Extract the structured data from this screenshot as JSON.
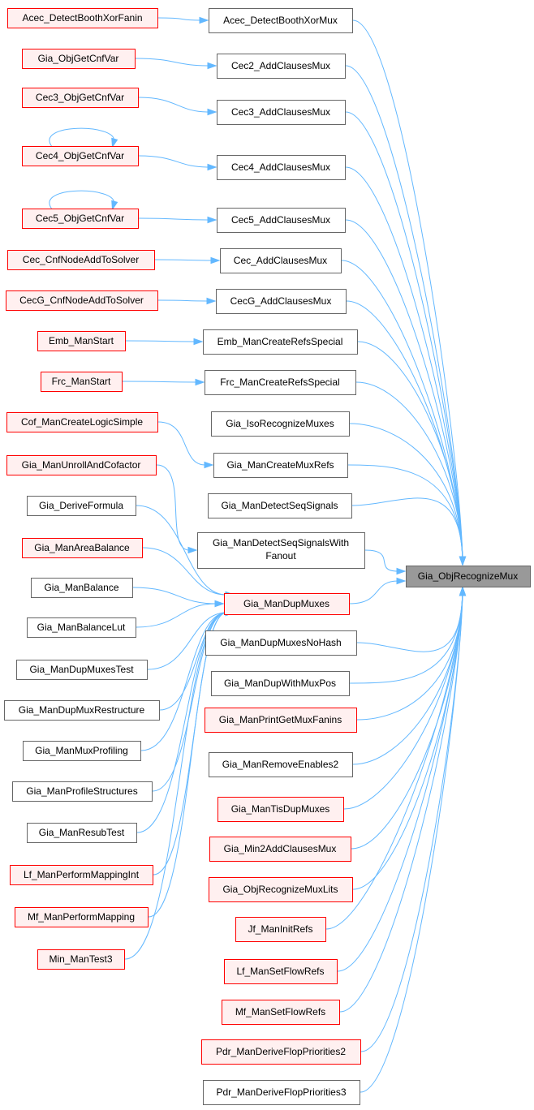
{
  "colors": {
    "edge": "#63b8ff",
    "node_border_default": "#666666",
    "node_border_red": "#ff0000",
    "node_fill_default": "#ffffff",
    "node_fill_red": "#fff0f0",
    "node_fill_target": "#999999",
    "node_border_target": "#666666"
  },
  "target": {
    "id": "target",
    "label": "Gia_ObjRecognizeMux"
  },
  "nodes": [
    {
      "id": "acec_fanin",
      "label": "Acec_DetectBoothXorFanin",
      "style": "red"
    },
    {
      "id": "acec_mux",
      "label": "Acec_DetectBoothXorMux",
      "style": "default"
    },
    {
      "id": "gia_objgetcnfvar",
      "label": "Gia_ObjGetCnfVar",
      "style": "red"
    },
    {
      "id": "cec2_add",
      "label": "Cec2_AddClausesMux",
      "style": "default"
    },
    {
      "id": "cec3_get",
      "label": "Cec3_ObjGetCnfVar",
      "style": "red"
    },
    {
      "id": "cec3_add",
      "label": "Cec3_AddClausesMux",
      "style": "default"
    },
    {
      "id": "cec4_get",
      "label": "Cec4_ObjGetCnfVar",
      "style": "red"
    },
    {
      "id": "cec4_add",
      "label": "Cec4_AddClausesMux",
      "style": "default"
    },
    {
      "id": "cec5_get",
      "label": "Cec5_ObjGetCnfVar",
      "style": "red"
    },
    {
      "id": "cec5_add",
      "label": "Cec5_AddClausesMux",
      "style": "default"
    },
    {
      "id": "cec_cnfnode",
      "label": "Cec_CnfNodeAddToSolver",
      "style": "red"
    },
    {
      "id": "cec_add",
      "label": "Cec_AddClausesMux",
      "style": "default"
    },
    {
      "id": "cecg_cnfnode",
      "label": "CecG_CnfNodeAddToSolver",
      "style": "red"
    },
    {
      "id": "cecg_add",
      "label": "CecG_AddClausesMux",
      "style": "default"
    },
    {
      "id": "emb_start",
      "label": "Emb_ManStart",
      "style": "red"
    },
    {
      "id": "emb_refs",
      "label": "Emb_ManCreateRefsSpecial",
      "style": "default"
    },
    {
      "id": "frc_start",
      "label": "Frc_ManStart",
      "style": "red"
    },
    {
      "id": "frc_refs",
      "label": "Frc_ManCreateRefsSpecial",
      "style": "default"
    },
    {
      "id": "gia_iso",
      "label": "Gia_IsoRecognizeMuxes",
      "style": "default"
    },
    {
      "id": "cof_logic",
      "label": "Cof_ManCreateLogicSimple",
      "style": "red"
    },
    {
      "id": "gia_muxrefs",
      "label": "Gia_ManCreateMuxRefs",
      "style": "default"
    },
    {
      "id": "gia_unroll",
      "label": "Gia_ManUnrollAndCofactor",
      "style": "red"
    },
    {
      "id": "gia_seqsig",
      "label": "Gia_ManDetectSeqSignals",
      "style": "default"
    },
    {
      "id": "gia_deriveformula",
      "label": "Gia_DeriveFormula",
      "style": "default"
    },
    {
      "id": "gia_seqsigfan",
      "lines": [
        "Gia_ManDetectSeqSignalsWith",
        "Fanout"
      ],
      "style": "default"
    },
    {
      "id": "gia_areabal",
      "label": "Gia_ManAreaBalance",
      "style": "red"
    },
    {
      "id": "gia_balance",
      "label": "Gia_ManBalance",
      "style": "default"
    },
    {
      "id": "gia_dupmuxes",
      "label": "Gia_ManDupMuxes",
      "style": "red"
    },
    {
      "id": "gia_balancelut",
      "label": "Gia_ManBalanceLut",
      "style": "default"
    },
    {
      "id": "gia_dupnohash",
      "label": "Gia_ManDupMuxesNoHash",
      "style": "default"
    },
    {
      "id": "gia_dupmuxtest",
      "label": "Gia_ManDupMuxesTest",
      "style": "default"
    },
    {
      "id": "gia_dupwithmux",
      "label": "Gia_ManDupWithMuxPos",
      "style": "default"
    },
    {
      "id": "gia_dupmuxrestr",
      "label": "Gia_ManDupMuxRestructure",
      "style": "default"
    },
    {
      "id": "gia_printmuxfan",
      "label": "Gia_ManPrintGetMuxFanins",
      "style": "red"
    },
    {
      "id": "gia_muxprof",
      "label": "Gia_ManMuxProfiling",
      "style": "default"
    },
    {
      "id": "gia_removeen",
      "label": "Gia_ManRemoveEnables2",
      "style": "default"
    },
    {
      "id": "gia_profstruct",
      "label": "Gia_ManProfileStructures",
      "style": "default"
    },
    {
      "id": "gia_tisdup",
      "label": "Gia_ManTisDupMuxes",
      "style": "red"
    },
    {
      "id": "gia_resubtest",
      "label": "Gia_ManResubTest",
      "style": "default"
    },
    {
      "id": "gia_min2add",
      "label": "Gia_Min2AddClausesMux",
      "style": "red"
    },
    {
      "id": "lf_mapint",
      "label": "Lf_ManPerformMappingInt",
      "style": "red"
    },
    {
      "id": "gia_objrecoglits",
      "label": "Gia_ObjRecognizeMuxLits",
      "style": "red"
    },
    {
      "id": "mf_map",
      "label": "Mf_ManPerformMapping",
      "style": "red"
    },
    {
      "id": "jf_initrefs",
      "label": "Jf_ManInitRefs",
      "style": "red"
    },
    {
      "id": "min_test3",
      "label": "Min_ManTest3",
      "style": "red"
    },
    {
      "id": "lf_setflow",
      "label": "Lf_ManSetFlowRefs",
      "style": "red"
    },
    {
      "id": "mf_setflow",
      "label": "Mf_ManSetFlowRefs",
      "style": "red"
    },
    {
      "id": "pdr_derive2",
      "label": "Pdr_ManDeriveFlopPriorities2",
      "style": "red"
    },
    {
      "id": "pdr_derive3",
      "label": "Pdr_ManDeriveFlopPriorities3",
      "style": "default"
    }
  ],
  "edges": [
    {
      "from": "acec_fanin",
      "to": "acec_mux"
    },
    {
      "from": "gia_objgetcnfvar",
      "to": "cec2_add"
    },
    {
      "from": "cec3_get",
      "to": "cec3_add"
    },
    {
      "from": "cec4_get",
      "to": "cec4_get"
    },
    {
      "from": "cec4_get",
      "to": "cec4_add"
    },
    {
      "from": "cec5_get",
      "to": "cec5_get"
    },
    {
      "from": "cec5_get",
      "to": "cec5_add"
    },
    {
      "from": "cec_cnfnode",
      "to": "cec_add"
    },
    {
      "from": "cecg_cnfnode",
      "to": "cecg_add"
    },
    {
      "from": "emb_start",
      "to": "emb_refs"
    },
    {
      "from": "frc_start",
      "to": "frc_refs"
    },
    {
      "from": "cof_logic",
      "to": "gia_muxrefs"
    },
    {
      "from": "gia_unroll",
      "to": "gia_seqsigfan"
    },
    {
      "from": "gia_deriveformula",
      "to": "gia_dupmuxes"
    },
    {
      "from": "gia_areabal",
      "to": "gia_dupmuxes"
    },
    {
      "from": "gia_balance",
      "to": "gia_dupmuxes"
    },
    {
      "from": "gia_balancelut",
      "to": "gia_dupmuxes"
    },
    {
      "from": "gia_dupmuxtest",
      "to": "gia_dupmuxes"
    },
    {
      "from": "gia_dupmuxrestr",
      "to": "gia_dupmuxes"
    },
    {
      "from": "gia_muxprof",
      "to": "gia_dupmuxes"
    },
    {
      "from": "gia_profstruct",
      "to": "gia_dupmuxes"
    },
    {
      "from": "gia_resubtest",
      "to": "gia_dupmuxes"
    },
    {
      "from": "lf_mapint",
      "to": "gia_dupmuxes"
    },
    {
      "from": "mf_map",
      "to": "gia_dupmuxes"
    },
    {
      "from": "min_test3",
      "to": "gia_dupmuxes"
    },
    {
      "from": "acec_mux",
      "to": "target"
    },
    {
      "from": "cec2_add",
      "to": "target"
    },
    {
      "from": "cec3_add",
      "to": "target"
    },
    {
      "from": "cec4_add",
      "to": "target"
    },
    {
      "from": "cec5_add",
      "to": "target"
    },
    {
      "from": "cec_add",
      "to": "target"
    },
    {
      "from": "cecg_add",
      "to": "target"
    },
    {
      "from": "emb_refs",
      "to": "target"
    },
    {
      "from": "frc_refs",
      "to": "target"
    },
    {
      "from": "gia_iso",
      "to": "target"
    },
    {
      "from": "gia_muxrefs",
      "to": "target"
    },
    {
      "from": "gia_seqsig",
      "to": "target"
    },
    {
      "from": "gia_seqsigfan",
      "to": "target"
    },
    {
      "from": "gia_dupmuxes",
      "to": "target"
    },
    {
      "from": "gia_dupnohash",
      "to": "target"
    },
    {
      "from": "gia_dupwithmux",
      "to": "target"
    },
    {
      "from": "gia_printmuxfan",
      "to": "target"
    },
    {
      "from": "gia_removeen",
      "to": "target"
    },
    {
      "from": "gia_tisdup",
      "to": "target"
    },
    {
      "from": "gia_min2add",
      "to": "target"
    },
    {
      "from": "gia_objrecoglits",
      "to": "target"
    },
    {
      "from": "jf_initrefs",
      "to": "target"
    },
    {
      "from": "lf_setflow",
      "to": "target"
    },
    {
      "from": "mf_setflow",
      "to": "target"
    },
    {
      "from": "pdr_derive2",
      "to": "target"
    },
    {
      "from": "pdr_derive3",
      "to": "target"
    }
  ]
}
